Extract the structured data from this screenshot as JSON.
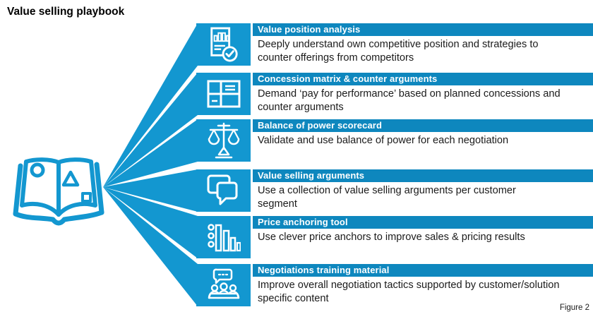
{
  "title": "Value selling playbook",
  "figure_label": "Figure 2",
  "colors": {
    "cyan": "#1397D0",
    "title_bar_blue": "#0E87BE",
    "text": "#1b1b1b"
  },
  "book": {
    "icon": "open-book-icon"
  },
  "rows": [
    {
      "icon": "document-chart-check-icon",
      "title": "Value position analysis",
      "description": "Deeply understand own competitive position and strategies to\ncounter offerings from competitors"
    },
    {
      "icon": "matrix-table-icon",
      "title": "Concession matrix & counter arguments",
      "description": "Demand ‘pay for performance’ based on planned concessions and\ncounter arguments"
    },
    {
      "icon": "balance-scale-icon",
      "title": "Balance of power scorecard",
      "description": "Validate and use balance of power for each negotiation"
    },
    {
      "icon": "speech-bubbles-icon",
      "title": "Value selling arguments",
      "description": "Use a collection of value selling arguments per customer\nsegment"
    },
    {
      "icon": "price-anchoring-bars-icon",
      "title": "Price anchoring tool",
      "description": "Use clever price anchors to improve sales & pricing results"
    },
    {
      "icon": "negotiation-training-people-icon",
      "title": "Negotiations training material",
      "description": "Improve overall negotiation tactics supported by customer/solution\nspecific content"
    }
  ]
}
